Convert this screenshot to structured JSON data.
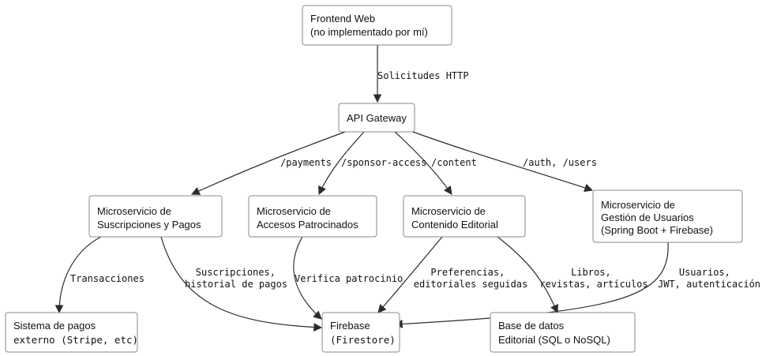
{
  "nodes": {
    "frontend": {
      "lines": [
        "Frontend Web",
        "(no implementado por mí)"
      ]
    },
    "gateway": {
      "lines": [
        "API Gateway"
      ]
    },
    "subs": {
      "lines": [
        "Microservicio de",
        "Suscripciones y Pagos"
      ]
    },
    "sponsor": {
      "lines": [
        "Microservicio de",
        "Accesos Patrocinados"
      ]
    },
    "content": {
      "lines": [
        "Microservicio de",
        "Contenido Editorial"
      ]
    },
    "users": {
      "lines": [
        "Microservicio de",
        "Gestión de Usuarios",
        "(Spring Boot + Firebase)"
      ]
    },
    "payments_ext": {
      "lines": [
        "Sistema de pagos",
        "externo (Stripe, etc)"
      ]
    },
    "firebase": {
      "lines": [
        "Firebase",
        "(Firestore)"
      ]
    },
    "editorial_db": {
      "lines": [
        "Base de datos",
        "Editorial (SQL o NoSQL)"
      ]
    }
  },
  "edges": {
    "http": "Solicitudes HTTP",
    "payments": "/payments",
    "sponsor_access": "/sponsor-access",
    "content": "/content",
    "auth_users": "/auth, /users",
    "transactions": "Transacciones",
    "subs_history": [
      "Suscripciones,",
      "historial de pagos"
    ],
    "verify_sponsor": "Verifica patrocinio",
    "preferences": [
      "Preferencias,",
      "editoriales seguidas"
    ],
    "books": [
      "Libros,",
      "revistas, artículos"
    ],
    "users_jwt": [
      "Usuarios,",
      "JWT, autenticación"
    ]
  }
}
